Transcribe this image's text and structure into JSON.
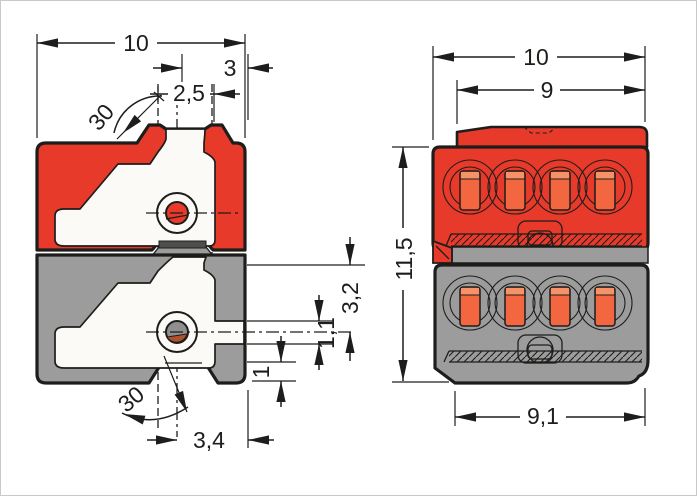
{
  "side_view": {
    "width_total": "10",
    "width_right": "3",
    "wire_opening": "2,5",
    "angle_top": "30",
    "angle_bottom": "30",
    "dim_pin_offset": "3,2",
    "dim_channel": "1,1",
    "dim_lip": "1",
    "dim_pin_to_face": "3,4"
  },
  "front_view": {
    "width_total": "10",
    "width_top": "9",
    "height_total": "11,5",
    "width_bottom": "9,1"
  },
  "colors": {
    "red": "#e73a2a",
    "orange": "#f2673f",
    "orange_light": "#f69268",
    "gray": "#9c9c9c",
    "gray_dark": "#4e4e4e",
    "inner_gray": "#8f8f8f",
    "rust": "#b0502c",
    "line": "#1d1d1b",
    "cavity": "#fbfaf7",
    "border": "#c9c9c9"
  }
}
